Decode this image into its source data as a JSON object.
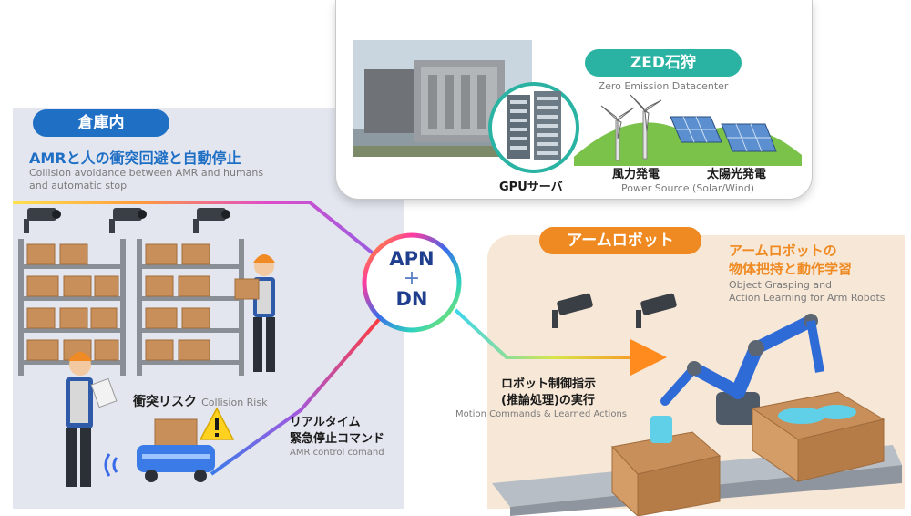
{
  "hub": {
    "line1": "APN",
    "plus": "+",
    "line2": "DN"
  },
  "warehouse": {
    "badge": "倉庫内",
    "title_jp": "AMRと人の衝突回避と自動停止",
    "title_en_1": "Collision avoidance between AMR and humans",
    "title_en_2": "and automatic stop",
    "risk_jp": "衝突リスク",
    "risk_en": "Collision Risk"
  },
  "datacenter": {
    "badge": "ZED石狩",
    "badge_en": "Zero Emission Datacenter",
    "gpu_label": "GPUサーバ",
    "wind_label": "風力発電",
    "solar_label": "太陽光発電",
    "power_en": "Power Source (Solar/Wind)"
  },
  "arm": {
    "badge": "アームロボット",
    "title_jp_1": "アームロボットの",
    "title_jp_2": "物体把持と動作学習",
    "title_en_1": "Object Grasping and",
    "title_en_2": "Action Learning for Arm Robots"
  },
  "commands": {
    "robot_jp_1": "ロボット制御指示",
    "robot_jp_2": "(推論処理)の実行",
    "robot_en": "Motion Commands & Learned Actions",
    "amr_jp_1": "リアルタイム",
    "amr_jp_2": "緊急停止コマンド",
    "amr_en": "AMR control comand"
  },
  "colors": {
    "warehouse_badge": "#1f6fc5",
    "title_blue": "#1f6fc5",
    "zed_badge": "#2ab3a3",
    "arm_badge": "#ef8a22",
    "arm_title": "#ef8a22"
  }
}
